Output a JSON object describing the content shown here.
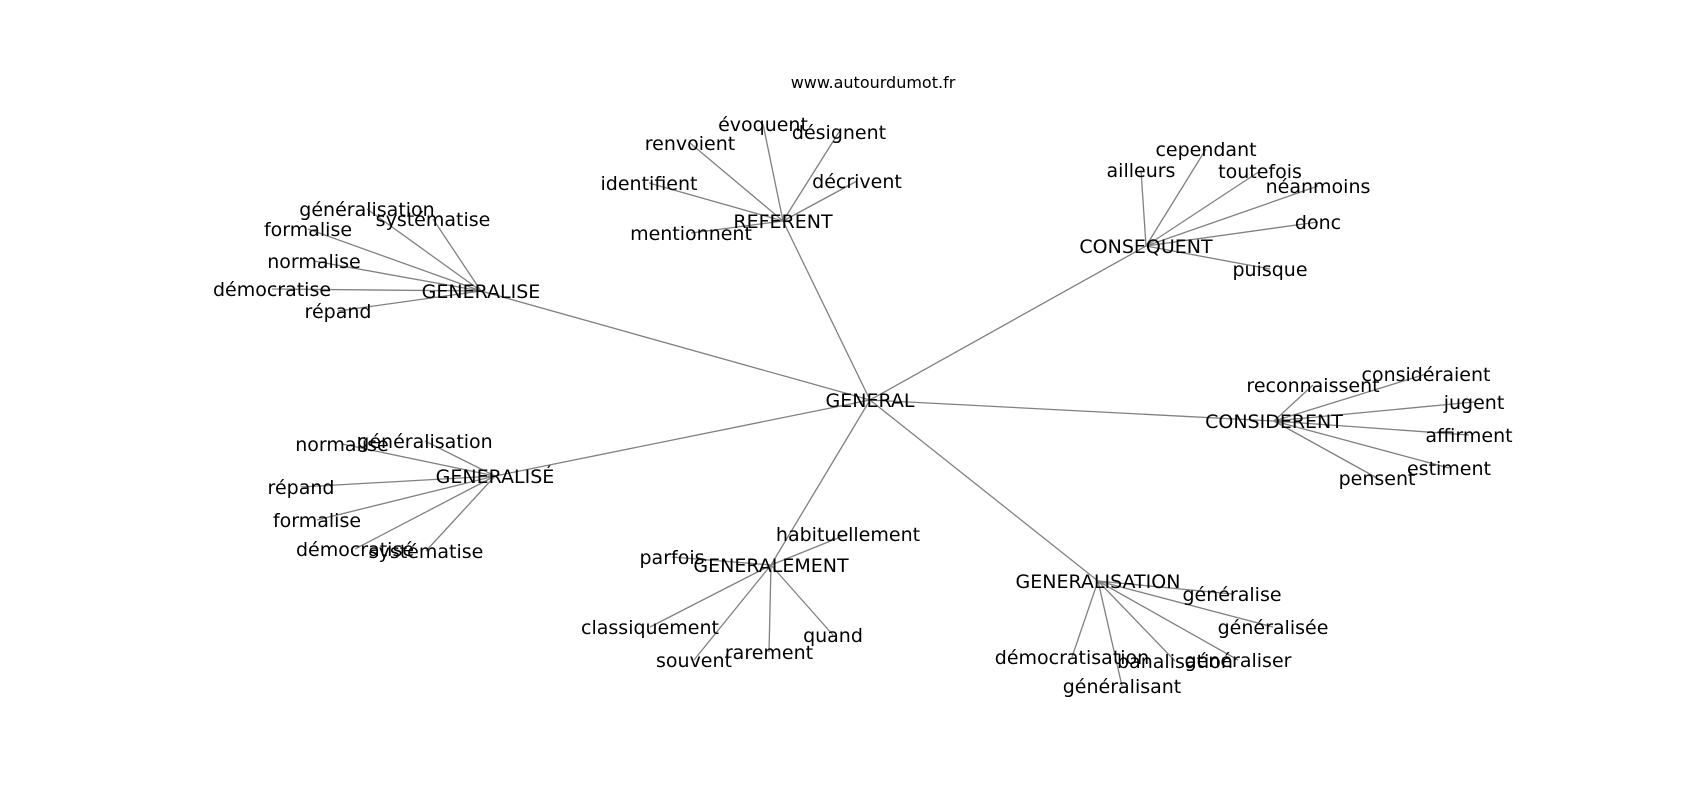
{
  "source_label": "www.autourdumot.fr",
  "edge_color": "#808080",
  "graph": {
    "center": "GENERAL",
    "hubs": [
      {
        "id": "REFERENT",
        "label": "REFERENT",
        "leaves": [
          "évoquent",
          "désignent",
          "renvoient",
          "identifient",
          "décrivent",
          "mentionnent"
        ]
      },
      {
        "id": "CONSEQUENT",
        "label": "CONSEQUENT",
        "leaves": [
          "cependant",
          "ailleurs",
          "toutefois",
          "néanmoins",
          "donc",
          "puisque"
        ]
      },
      {
        "id": "GENERALISE",
        "label": "GENERALISE",
        "leaves": [
          "généralisation",
          "systématise",
          "formalise",
          "normalise",
          "démocratise",
          "répand"
        ]
      },
      {
        "id": "CONSIDERENT",
        "label": "CONSIDERENT",
        "leaves": [
          "reconnaissent",
          "considéraient",
          "jugent",
          "affirment",
          "estiment",
          "pensent"
        ]
      },
      {
        "id": "GENERALISE_ACC",
        "label": "GENERALISÉ",
        "leaves": [
          "normalise",
          "généralisation",
          "répand",
          "formalise",
          "démocratisé",
          "systématise"
        ]
      },
      {
        "id": "GENERALEMENT",
        "label": "GENERALEMENT",
        "leaves": [
          "habituellement",
          "parfois",
          "classiquement",
          "quand",
          "rarement",
          "souvent"
        ]
      },
      {
        "id": "GENERALISATION",
        "label": "GENERALISATION",
        "leaves": [
          "généralise",
          "généralisée",
          "démocratisation",
          "banalisation",
          "généraliser",
          "généralisant"
        ]
      }
    ]
  }
}
